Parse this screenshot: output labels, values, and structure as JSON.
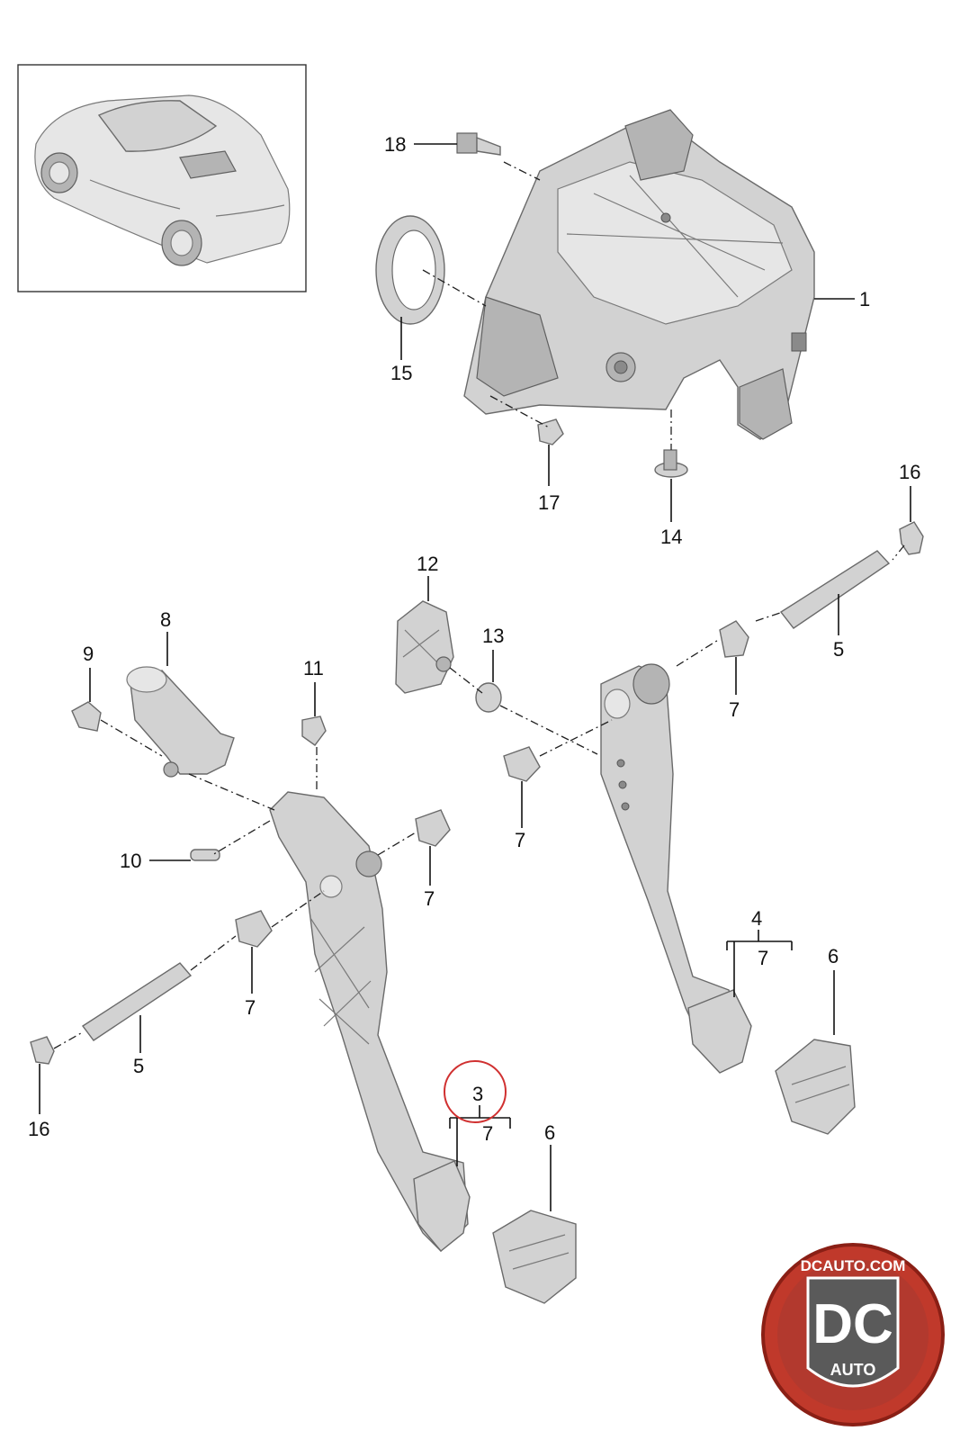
{
  "callouts": {
    "c1": "1",
    "c3": "3",
    "c4": "4",
    "c5a": "5",
    "c5b": "5",
    "c6a": "6",
    "c6b": "6",
    "c7a": "7",
    "c7b": "7",
    "c7c": "7",
    "c7d": "7",
    "c7e": "7",
    "c7f": "7",
    "c8": "8",
    "c9": "9",
    "c10": "10",
    "c11": "11",
    "c12": "12",
    "c13": "13",
    "c14": "14",
    "c15": "15",
    "c16a": "16",
    "c16b": "16",
    "c17": "17",
    "c18": "18"
  },
  "logo": {
    "website": "DCAUTO.COM",
    "initials": "DC",
    "word": "AUTO",
    "colors": {
      "ring": "#c0392b",
      "center": "#5a5a5a",
      "text": "#ffffff"
    }
  },
  "highlight_color": "#d03030"
}
